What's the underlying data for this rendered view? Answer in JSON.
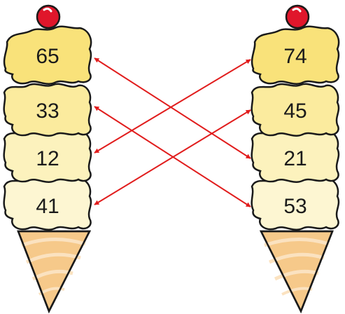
{
  "colors": {
    "outline": "#1a1a1a",
    "arrow": "#e11d1d",
    "cherry": "#e0162b",
    "cherry_highlight": "#ffffff",
    "cone": "#f6c98a",
    "cone_stripe": "#fbe2c0",
    "scoops": [
      "#f9e27a",
      "#fbeb9e",
      "#fcf2bd",
      "#fdf6d2"
    ]
  },
  "left_cone": {
    "scoops": [
      {
        "label": "65"
      },
      {
        "label": "33"
      },
      {
        "label": "12"
      },
      {
        "label": "41"
      }
    ]
  },
  "right_cone": {
    "scoops": [
      {
        "label": "74"
      },
      {
        "label": "45"
      },
      {
        "label": "21"
      },
      {
        "label": "53"
      }
    ]
  },
  "matches": [
    {
      "from": "65",
      "to": "21"
    },
    {
      "from": "33",
      "to": "53"
    },
    {
      "from": "12",
      "to": "74"
    },
    {
      "from": "41",
      "to": "45"
    }
  ]
}
